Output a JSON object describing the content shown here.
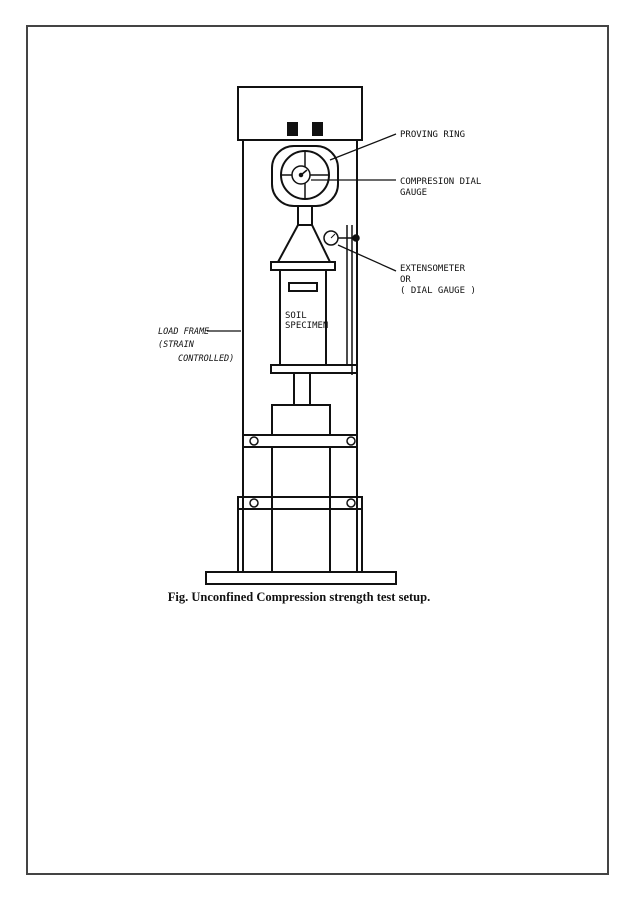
{
  "figure": {
    "labels": {
      "proving_ring": "PROVING RING",
      "compression_dial_line1": "COMPRESION DIAL",
      "compression_dial_line2": "GAUGE",
      "extensometer_line1": "EXTENSOMETER",
      "extensometer_line2": "OR",
      "extensometer_line3": "( DIAL GAUGE )",
      "soil_specimen_line1": "SOIL",
      "soil_specimen_line2": "SPECIMEN",
      "load_frame_line1": "LOAD FRAME",
      "load_frame_line2": "(STRAIN",
      "load_frame_line3": "CONTROLLED)"
    },
    "caption": "Fig. Unconfined Compression strength test setup."
  },
  "colors": {
    "ink": "#111111",
    "border": "#444444"
  }
}
